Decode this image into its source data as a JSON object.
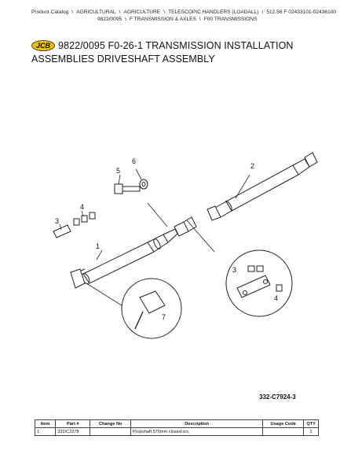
{
  "breadcrumb": {
    "items": [
      "Product Catalog",
      "AGRICULTURAL",
      "AGRICULTURE",
      "TELESCOPIC HANDLERS (LOADALL)",
      "512.56 F 02433101-02436100",
      "9822/0095",
      "F TRANSMISSION & AXLES",
      "F00 TRANSMISSIONS"
    ],
    "separator": "\\"
  },
  "logo": {
    "text": "JCB",
    "color": "#f0c000"
  },
  "title": {
    "line1": "9822/0095 F0-26-1 TRANSMISSION INSTALLATION",
    "line2": "ASSEMBLIES DRIVESHAFT ASSEMBLY"
  },
  "diagram": {
    "callouts": [
      "1",
      "2",
      "3",
      "4",
      "5",
      "6",
      "3",
      "4",
      "7"
    ],
    "reference": "332-C7924-3"
  },
  "parts_table": {
    "columns": [
      "Item",
      "Part #",
      "Change No",
      "Description",
      "Usage Code",
      "QTY"
    ],
    "rows": [
      [
        "1",
        "332/C2278",
        "",
        "Propshaft 570mm closed crs.",
        "",
        "1"
      ]
    ]
  }
}
